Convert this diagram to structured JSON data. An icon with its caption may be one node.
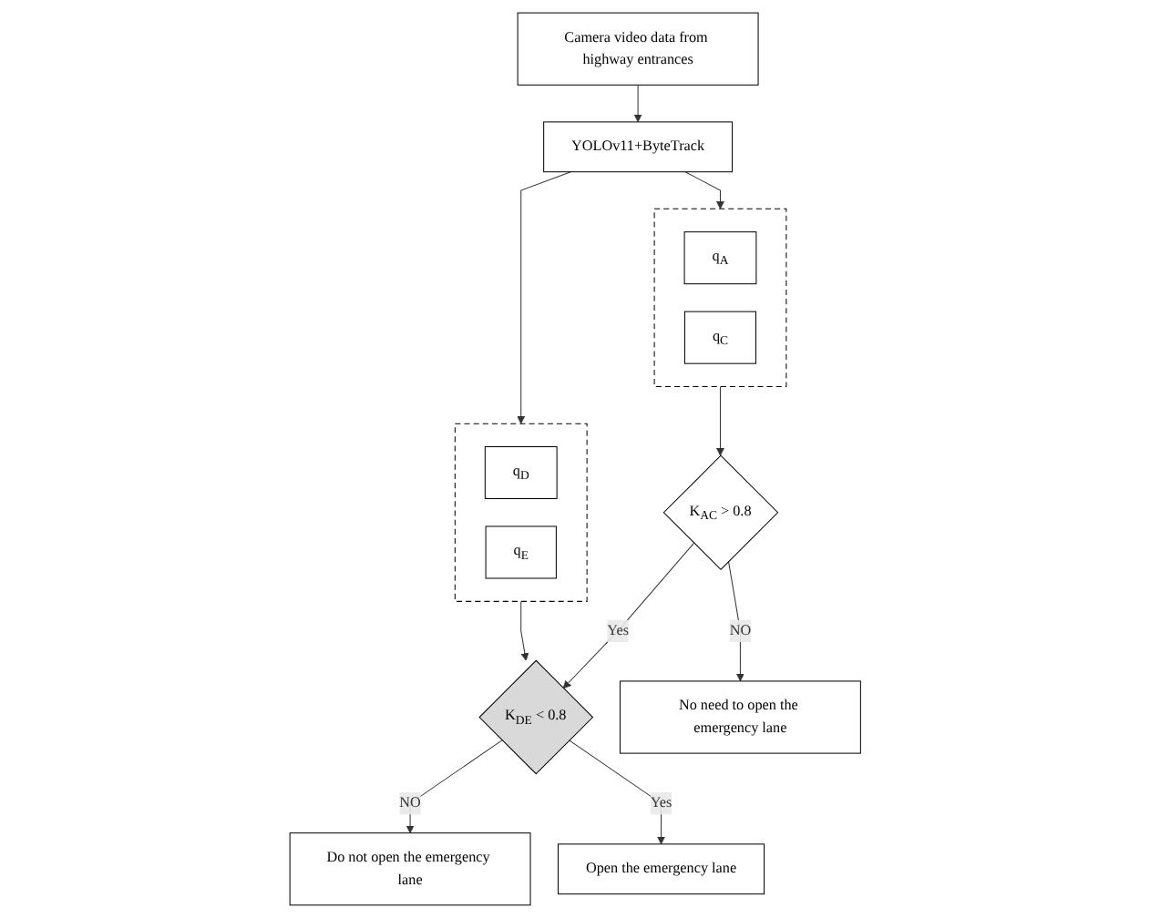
{
  "diagram": {
    "nodes": [
      {
        "text": [
          "Camera video data from highway entrances"
        ]
      },
      {
        "text": [
          "YOLOv11+ByteTrack"
        ]
      },
      {
        "text": [],
        "shape": "box"
      },
      {
        "text": [
          "q$_{A}$"
        ],
        "in": 2
      },
      {
        "text": [
          "q$_{C}$"
        ],
        "in": 2
      },
      {
        "text": [],
        "shape": "box"
      },
      {
        "text": [
          "q$_{D}$"
        ],
        "in": 5
      },
      {
        "text": [
          "q$_{E}$"
        ],
        "in": 5
      },
      {
        "text": [
          "K$_{AC}$ > 0.8"
        ]
      },
      {
        "text": [
          "K$_{DE}$ < 0.8"
        ]
      },
      {
        "text": [
          "Do not open the emergency lane"
        ]
      },
      {
        "text": [
          "No need to open the emergency lane"
        ]
      },
      {
        "text": [
          "Open the emergency lane"
        ]
      }
    ],
    "edges": [
      {
        "from": 0,
        "to": 1,
        "arrow": "to"
      },
      {
        "from": 1,
        "to": 2,
        "arrow": "to"
      },
      {
        "from": 1,
        "to": 5,
        "arrow": "to"
      },
      {
        "from": 2,
        "to": 8,
        "arrow": "to"
      },
      {
        "from": 5,
        "to": 9,
        "arrow": "to"
      },
      {
        "from": 8,
        "to": 9,
        "label": "Yes",
        "arrow": "to"
      },
      {
        "from": 9,
        "to": 10,
        "label": "NO",
        "arrow": "to"
      },
      {
        "from": 8,
        "to": 11,
        "label": "NO",
        "arrow": "to"
      },
      {
        "from": 9,
        "to": 12,
        "label": "Yes",
        "arrow": "to"
      }
    ]
  }
}
